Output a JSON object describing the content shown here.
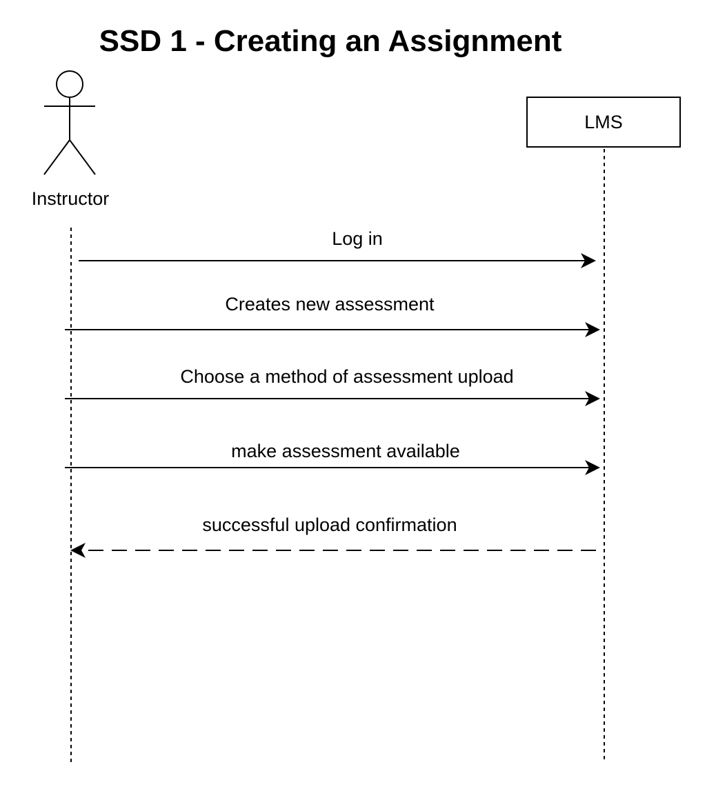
{
  "title": "SSD 1 - Creating an Assignment",
  "actor": {
    "label": "Instructor",
    "icon": "stick-figure-actor-icon"
  },
  "system": {
    "label": "LMS"
  },
  "messages": [
    {
      "label": "Log in",
      "direction": "actor-to-system",
      "style": "solid"
    },
    {
      "label": "Creates new assessment",
      "direction": "actor-to-system",
      "style": "solid"
    },
    {
      "label": "Choose a method of assessment upload",
      "direction": "actor-to-system",
      "style": "solid"
    },
    {
      "label": "make assessment available",
      "direction": "actor-to-system",
      "style": "solid"
    },
    {
      "label": "successful upload confirmation",
      "direction": "system-to-actor",
      "style": "dashed"
    }
  ]
}
